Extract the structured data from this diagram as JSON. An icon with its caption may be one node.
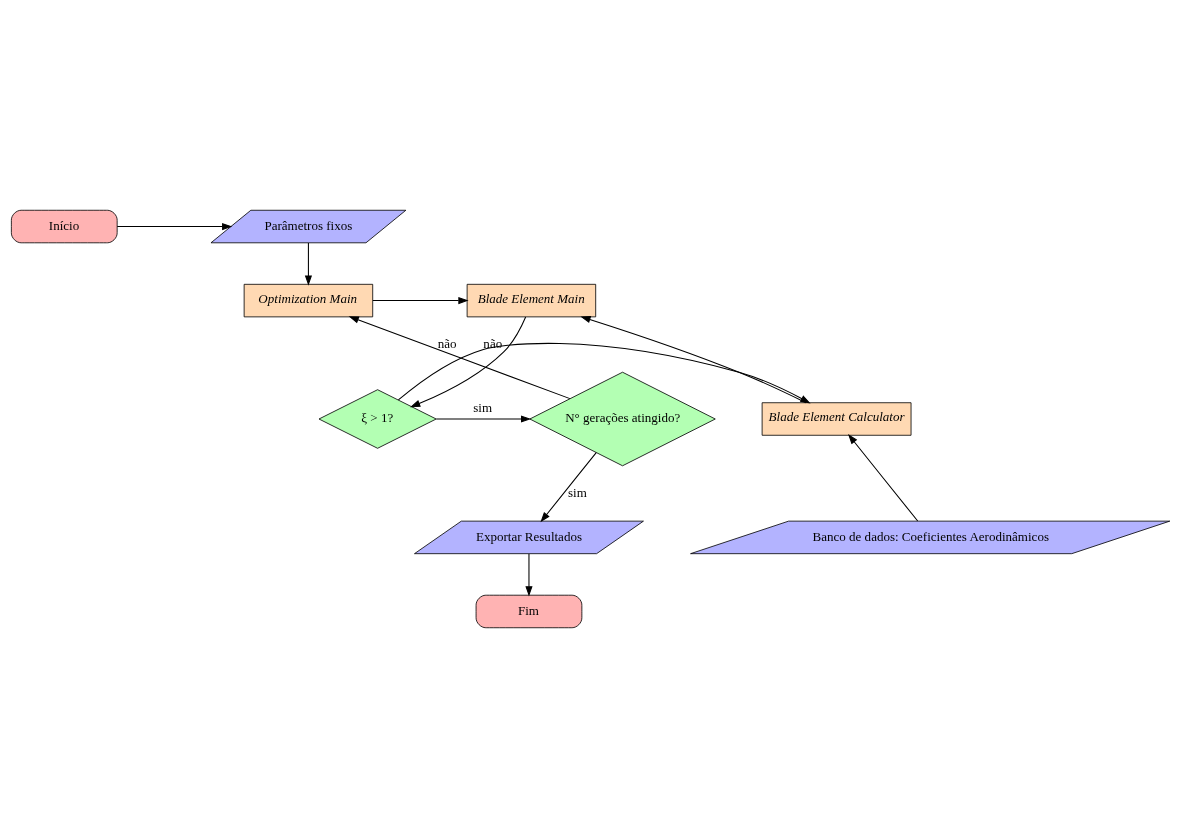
{
  "diagram": {
    "nodes": [
      {
        "text": [
          "Início"
        ]
      },
      {
        "text": [
          "Parâmetros fixos"
        ]
      },
      {
        "text": [
          "Optimization Main"
        ]
      },
      {
        "text": [
          "Blade Element Main"
        ]
      },
      {
        "text": [
          "ξ > 1?"
        ]
      },
      {
        "text": [
          "Blade Element Calculator"
        ]
      },
      {
        "text": [
          "Banco de dados: Coeficientes Aerodinâmicos"
        ]
      },
      {
        "text": [
          "N° gerações atingido?"
        ]
      },
      {
        "text": [
          "Exportar Resultados"
        ]
      },
      {
        "text": [
          "Fim"
        ]
      }
    ],
    "edges": [
      {
        "from": 0,
        "to": 1,
        "arrow": "to"
      },
      {
        "from": 1,
        "to": 2,
        "arrow": "to"
      },
      {
        "from": 2,
        "to": 3,
        "arrow": "to"
      },
      {
        "from": 3,
        "to": 4,
        "arrow": "to"
      },
      {
        "from": 4,
        "to": 7,
        "label": "sim",
        "arrow": "to"
      },
      {
        "from": 4,
        "to": 5,
        "label": "não",
        "arrow": "to"
      },
      {
        "from": 6,
        "to": 5,
        "arrow": "to"
      },
      {
        "from": 5,
        "to": 3,
        "arrow": "to"
      },
      {
        "from": 7,
        "to": 2,
        "label": "não",
        "arrow": "to"
      },
      {
        "from": 7,
        "to": 8,
        "label": "sim",
        "arrow": "to"
      },
      {
        "from": 8,
        "to": 9,
        "arrow": "to"
      }
    ]
  }
}
